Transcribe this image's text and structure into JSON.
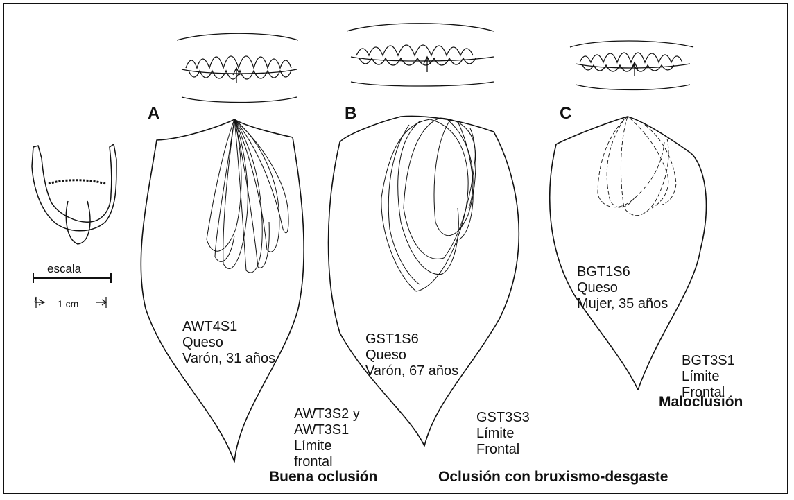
{
  "panels": {
    "a": {
      "letter": "A",
      "subject": [
        "AWT4S1",
        "Queso",
        "Varón, 31 años"
      ],
      "limit": [
        "AWT3S2 y",
        "AWT3S1",
        "Límite",
        "frontal"
      ]
    },
    "b": {
      "letter": "B",
      "subject": [
        "GST1S6",
        "Queso",
        "Varón, 67 años"
      ],
      "limit": [
        "GST3S3",
        "Límite",
        "Frontal"
      ]
    },
    "c": {
      "letter": "C",
      "subject": [
        "BGT1S6",
        "Queso",
        "Mujer, 35 años"
      ],
      "limit": [
        "BGT3S1",
        "Límite",
        "Frontal"
      ]
    }
  },
  "captions": {
    "good": "Buena oclusión",
    "bruxism": "Oclusión con bruxismo-desgaste",
    "malocclusion": "Maloclusión"
  },
  "scale": {
    "label": "escala",
    "unit": "1 cm"
  }
}
